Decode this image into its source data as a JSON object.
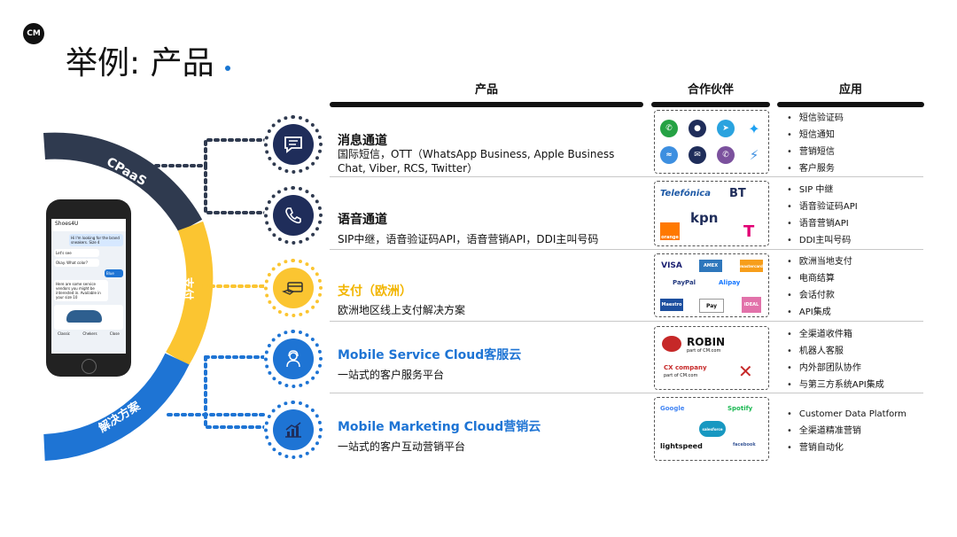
{
  "logo_text": "CM",
  "title": "举例: 产品",
  "headers": {
    "product": "产品",
    "partners": "合作伙伴",
    "usage": "应用"
  },
  "arc_labels": {
    "cpaas": "CPaaS",
    "payment": "支付",
    "solutions": "解决方案"
  },
  "colors": {
    "navy": "#2f3a4f",
    "yellow": "#fbc531",
    "blue": "#1e74d4"
  },
  "rows": [
    {
      "title": "消息通道",
      "desc": "国际短信，OTT（WhatsApp Business, Apple Business Chat, Viber, RCS, Twitter）",
      "icon": "chat-icon",
      "uses": [
        "短信验证码",
        "短信通知",
        "营销短信",
        "客户服务"
      ],
      "partners": [
        "WhatsApp",
        "iMessage",
        "Telegram",
        "Twitter",
        "Messenger",
        "Email",
        "Viber",
        "Messenger"
      ]
    },
    {
      "title": "语音通道",
      "desc": "SIP中继，语音验证码API，语音营销API，DDI主叫号码",
      "icon": "phone-icon",
      "uses": [
        "SIP 中继",
        "语音验证码API",
        "语音营销API",
        "DDI主叫号码"
      ],
      "partners": [
        "Telefónica",
        "BT",
        "kpn",
        "orange",
        "T"
      ]
    },
    {
      "title": "支付（欧洲）",
      "desc": "欧洲地区线上支付解决方案",
      "icon": "payment-icon",
      "uses": [
        "欧洲当地支付",
        "电商结算",
        "会话付款",
        "API集成"
      ],
      "partners": [
        "VISA",
        "AMEX",
        "mastercard",
        "PayPal",
        "Alipay",
        "Maestro",
        "Pay",
        "iDEAL"
      ]
    },
    {
      "title": "Mobile Service Cloud客服云",
      "desc": "一站式的客户服务平台",
      "icon": "service-icon",
      "uses": [
        "全渠道收件箱",
        "机器人客服",
        "内外部团队协作",
        "与第三方系统API集成"
      ],
      "partners": [
        "ROBIN",
        "part of CM.com",
        "CX company",
        "part of CM.com"
      ]
    },
    {
      "title": "Mobile Marketing Cloud营销云",
      "desc": "一站式的客户互动营销平台",
      "icon": "chart-icon",
      "uses": [
        "Customer Data Platform",
        "全渠道精准营销",
        "营销自动化"
      ],
      "partners": [
        "Google",
        "Spotify",
        "salesforce",
        "lightspeed",
        "facebook"
      ]
    }
  ],
  "phone": {
    "app_name": "Shoes4U",
    "msg1": "Hi I'm looking for the brand sneakers. Size 4",
    "msg2": "Let's see",
    "msg3": "Okay. What color?",
    "msg4": "Blue",
    "msg5": "Here are some service vendors you might be interested in. Available in your size 10",
    "tag1": "Classic",
    "tag2": "Chekers",
    "tag3": "Close"
  }
}
